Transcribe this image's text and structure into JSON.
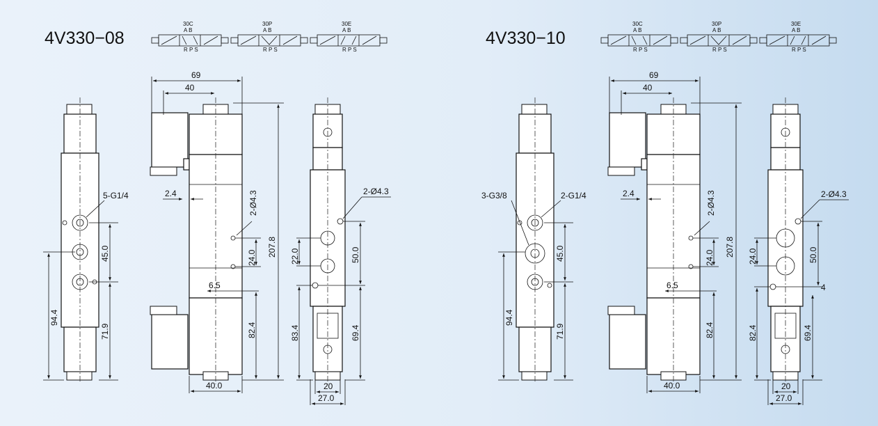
{
  "models": [
    {
      "title": "4V330−08",
      "symbols": [
        {
          "code": "30C",
          "ab": "A  B",
          "rps": "R P S"
        },
        {
          "code": "30P",
          "ab": "A  B",
          "rps": "R P S"
        },
        {
          "code": "30E",
          "ab": "A  B",
          "rps": "R P S"
        }
      ],
      "dims": {
        "overall_length": "69",
        "mount_offset": "40",
        "lip": "2.4",
        "height": "207.8",
        "mount_holes": "2-Ø4.3",
        "hole_pitch": "24.0",
        "center_offset": "6.5",
        "center_height": "82.4",
        "body_width": "40.0",
        "front_ports": "5-G1/4",
        "port_pitch": "45.0",
        "port_height_total": "94.4",
        "port_height_low": "71.9",
        "side_holes": "2-Ø4.3",
        "side_pitch_left": "22.0",
        "side_pitch_right": "50.0",
        "side_height_left": "83.4",
        "side_height_right": "69.4",
        "side_inner": "20",
        "side_width": "27.0"
      }
    },
    {
      "title": "4V330−10",
      "symbols": [
        {
          "code": "30C",
          "ab": "A  B",
          "rps": "R P S"
        },
        {
          "code": "30P",
          "ab": "A  B",
          "rps": "R P S"
        },
        {
          "code": "30E",
          "ab": "A  B",
          "rps": "R P S"
        }
      ],
      "dims": {
        "overall_length": "69",
        "mount_offset": "40",
        "lip": "2.4",
        "height": "207.8",
        "mount_holes": "2-Ø4.3",
        "hole_pitch": "24.0",
        "center_offset": "6.5",
        "center_height": "82.4",
        "body_width": "40.0",
        "front_ports_big": "3-G3/8",
        "front_ports_small": "2-G1/4",
        "port_pitch": "45.0",
        "port_height_total": "94.4",
        "port_height_low": "71.9",
        "side_holes": "2-Ø4.3",
        "side_pitch_left": "24.0",
        "side_pitch_right": "50.0",
        "side_extra": "4",
        "side_height_left": "82.4",
        "side_height_right": "69.4",
        "side_inner": "20",
        "side_width": "27.0"
      }
    }
  ]
}
